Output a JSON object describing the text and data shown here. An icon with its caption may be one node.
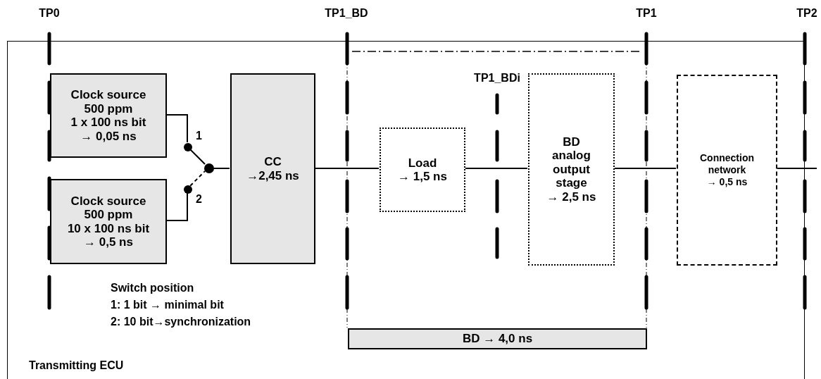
{
  "diagram": {
    "nodes": [
      {
        "text": [
          "Transmitting ECU"
        ]
      },
      {
        "text": [
          "Clock source",
          "500 ppm",
          "1 x 100 ns bit",
          "→ 0,05 ns"
        ],
        "in": 0
      },
      {
        "text": [
          "Clock source",
          "500 ppm",
          "10 x 100 ns bit",
          "→ 0,5 ns"
        ],
        "in": 0
      },
      {
        "text": [],
        "shape": "circle",
        "in": 0
      },
      {
        "text": [],
        "shape": "circle",
        "in": 0
      },
      {
        "text": [],
        "shape": "circle",
        "in": 0
      },
      {
        "text": [
          "CC",
          "→2,45 ns"
        ],
        "in": 0
      },
      {
        "text": [
          "Load",
          "→ 1,5 ns"
        ],
        "in": 0
      },
      {
        "text": [
          "BD analog output stage",
          "→ 2,5 ns"
        ],
        "in": 0
      },
      {
        "text": [
          "Connection network",
          "→ 0,5 ns"
        ],
        "in": 0
      },
      {
        "text": [
          "BD → 4,0 ns"
        ],
        "in": 0
      }
    ],
    "edges": [
      {
        "from": 1,
        "to": 3,
        "arrow": "none"
      },
      {
        "from": 2,
        "to": 4,
        "arrow": "none"
      },
      {
        "from": 3,
        "to": 5,
        "arrow": "none"
      },
      {
        "from": 4,
        "to": 5,
        "arrow": "none",
        "style": "dashed"
      },
      {
        "from": 5,
        "to": 6,
        "arrow": "none"
      },
      {
        "from": 6,
        "to": 7,
        "arrow": "none"
      },
      {
        "from": 7,
        "to": 8,
        "arrow": "none"
      },
      {
        "from": 8,
        "to": 9,
        "arrow": "none"
      },
      {
        "from": 9,
        "to": null,
        "arrow": "none"
      }
    ],
    "labels": [
      "TP0",
      "TP1_BD",
      "TP1",
      "TP2",
      "TP1_BDi",
      "1",
      "2",
      "Switch position",
      "1: 1 bit → minimal bit",
      "2: 10 bit→synchronization"
    ]
  }
}
